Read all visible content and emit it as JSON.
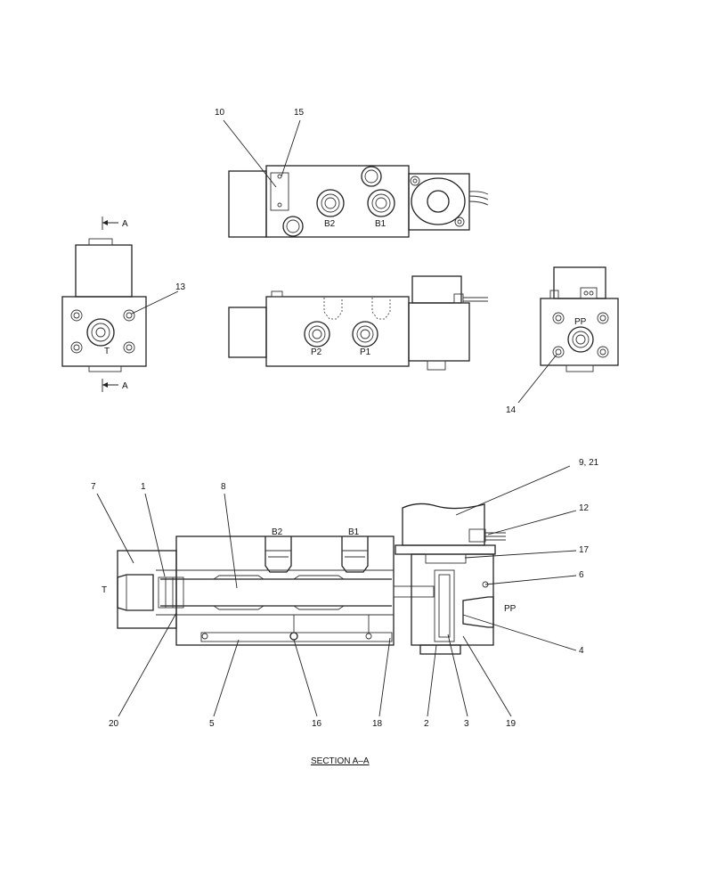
{
  "callouts": {
    "c10": "10",
    "c15": "15",
    "c13": "13",
    "c14": "14",
    "c7": "7",
    "c1": "1",
    "c8": "8",
    "c9_21": "9, 21",
    "c12": "12",
    "c17": "17",
    "c6": "6",
    "c4": "4",
    "c20": "20",
    "c5": "5",
    "c16": "16",
    "c18": "18",
    "c2": "2",
    "c3": "3",
    "c19": "19"
  },
  "ports": {
    "b2_top": "B2",
    "b1_top": "B1",
    "p2": "P2",
    "p1": "P1",
    "t_left": "T",
    "pp_right": "PP",
    "b2_sec": "B2",
    "b1_sec": "B1",
    "t_sec": "T",
    "pp_sec": "PP"
  },
  "section_marks": {
    "a_top": "A",
    "a_bottom": "A"
  },
  "caption": "SECTION A–A"
}
